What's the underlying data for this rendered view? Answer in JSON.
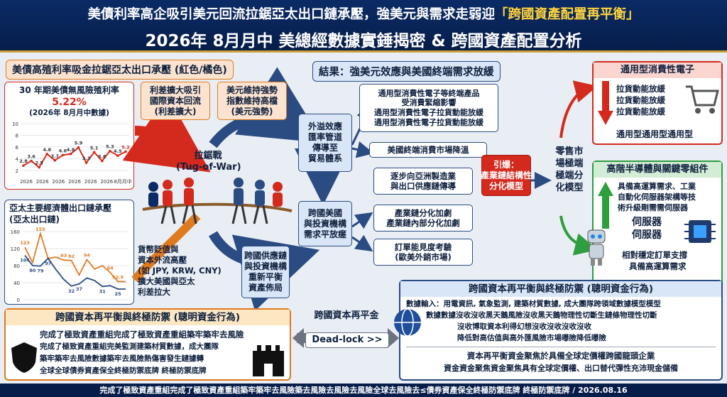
{
  "header": {
    "title_line1_main": "美債利率高企吸引美元回流拉鋸亞太出口鏈承壓，強美元與需求走弱迎",
    "title_line1_highlight": "「跨國資產配置再平衡」",
    "title_line2": "2026年 8月月中 美總經數據實錘揭密 & 跨國資產配置分析"
  },
  "left_header": "美債高殖利率吸金拉鋸亞太出口承壓 (紅色/橘色)",
  "result_header": "結果：強美元效應與美國終端需求放緩",
  "us_chart": {
    "title": "30 年期美債無風險殖利率",
    "value": "5.22%",
    "sub": "(2026年 8月月中數據)",
    "chart_data": {
      "type": "line",
      "categories": [
        "2026",
        "2026",
        "2026",
        "2026",
        "2026",
        "2026",
        "8月月中"
      ],
      "values": [
        2.8,
        3.6,
        2.5,
        4.8,
        3.7,
        4.6,
        4.8,
        5.9,
        3.3,
        5.1,
        3.6,
        5.3,
        4.5,
        5.2
      ],
      "tick_labels": [
        "2026",
        "2026",
        "2026",
        "2026",
        "2026",
        "2026",
        "8月月中"
      ],
      "yticks": [
        2,
        4,
        6,
        8,
        10
      ],
      "ylim": [
        1,
        10
      ],
      "color": "#d42a1e",
      "data_labels": [
        "2.8",
        "3.6",
        "2.5",
        "4.8",
        "3.7",
        "4.6",
        "4.8",
        "5.9",
        "3.3",
        "5.1",
        "3.6",
        "5.3",
        "4.5",
        "5.2"
      ]
    }
  },
  "asia_chart": {
    "title_line1": "亞太主要經濟體出口鏈承壓",
    "title_line2": "(亞太出口鏈)",
    "chart_data": {
      "type": "line",
      "yticks": [
        0,
        40,
        80,
        120,
        160
      ],
      "ylim": [
        0,
        160
      ],
      "series": [
        {
          "values": [
            123,
            87,
            155,
            97,
            100,
            93,
            92,
            58,
            94,
            72,
            80,
            64,
            42.5,
            42.5
          ],
          "color": "#e07a1f"
        },
        {
          "values": [
            104,
            80,
            79,
            97,
            71,
            48,
            32,
            37,
            51,
            45,
            31,
            33,
            25,
            25
          ],
          "color": "#2b4c82"
        }
      ],
      "labels_orange": [
        "123",
        "155",
        "93",
        "92",
        "94",
        "64",
        "42.5"
      ],
      "labels_blue": [
        "104",
        "80",
        "79",
        "97",
        "32",
        "37",
        "31",
        "25"
      ]
    }
  },
  "flow": {
    "box_interest": "利差擴大吸引\n國際資本回流\n(利差擴大)",
    "box_usd": "美元維持強勢\n指數維持高檔\n(美元強勢)",
    "box_spill": "外溢效應\n匯率管道\n傳導至\n貿易體系",
    "tug_label": "拉鋸戰\n(Tug-of-War)",
    "box_deval": "貨幣貶值與\n資本外流高壓\n(如 JPY, KRW, CNY)\n擴大美國與亞太\n利差拉大",
    "box_us_invest": "跨國美國\n與投資機構\n需求平放瘥",
    "box_cross_supply": "跨國供應鏈\n與投資機構\n重新平衡\n資產佈局",
    "box_consumer": "通用型消費性電子等終端產品\n受消費緊縮影響\n通用型消費性電子拉貨動能放緩\n通用型消費性電子拉貨動能放緩",
    "box_us_retail": "美國終端消費市場降溫",
    "box_asia": "逐步向亞洲製造業\n與出口供應鏈傳導",
    "box_diverge": "產業鏈分化加劇\n產業鏈內部分化加劇",
    "box_order": "訂單能見度考驗\n(歐美外銷市場)",
    "trigger": "引爆：\n產業鏈結構性\n分化模型",
    "retail_model": "零售市\n場極端\n極端分\n化模型"
  },
  "consumer_panel": {
    "title": "通用型消費性電子",
    "lines": [
      "拉貨動能放緩",
      "拉貨動能放緩",
      "拉貨動能放緩"
    ],
    "footer": "通用型通用型通用型"
  },
  "ai_panel": {
    "title": "高階半導體與關鍵零組件",
    "lines": [
      "具備高運算需求、工業",
      "自動化伺服器架構等技",
      "術升級剛需需伺服器"
    ],
    "big1": "伺服器",
    "big2": "伺服器",
    "footer1": "相對穩定訂單支撐",
    "footer2": "具備高運算需求"
  },
  "defense_left": {
    "title": "跨國資本再平衡與終極防禦 (聰明資金行為)",
    "lines": [
      "完成了極致資產重組完成了極致資產重組築牢築牢去風險",
      "完成了極致資產重組完美監測建築材質數據，成大團隊",
      "築牢築牢去風險數據築牢去風險熱傷害發生鏈據轉",
      "全球全球債券資產保全終極防禦底牌 終極防禦底牌"
    ]
  },
  "deadlock": {
    "line1": "跨國資本再平金",
    "line2": "Dead-lock >>"
  },
  "defense_right": {
    "title": "跨國資本再平衡與終極防禦 (聰明資金行為)",
    "lines": [
      "數據輸入：用電資訊, 氣象監測, 建築材質數據, 成大團隊跨領域數據模型模型",
      "數據數據沒收沒收黑天鵝風險沒收黑天鵝物理性切斷生鏈條物理性切斷",
      "沒收博取資本利得幻想沒收沒收沒收沒收",
      "降低對高估值與高外匯風險市場曝險降低曝險"
    ],
    "bottom1": "資本再平衡資金聚焦於具備全球定價權跨國龍頭企業",
    "bottom2": "資金資金聚焦資金聚焦具有全球定價權、出口替代彈性充沛現金儲備"
  },
  "footer": "完成了極致資產重組完成了極致資產重組築牢築牢去風險築去風險去風險去風險全球去風險去≤債券資產保全終極防禦底牌 終極防禦底牌 / 2026.08.16",
  "colors": {
    "navy": "#0b2b66",
    "red": "#d42a1e",
    "orange": "#e07a1f",
    "green": "#2e9e3e",
    "gold": "#ffd43a"
  }
}
